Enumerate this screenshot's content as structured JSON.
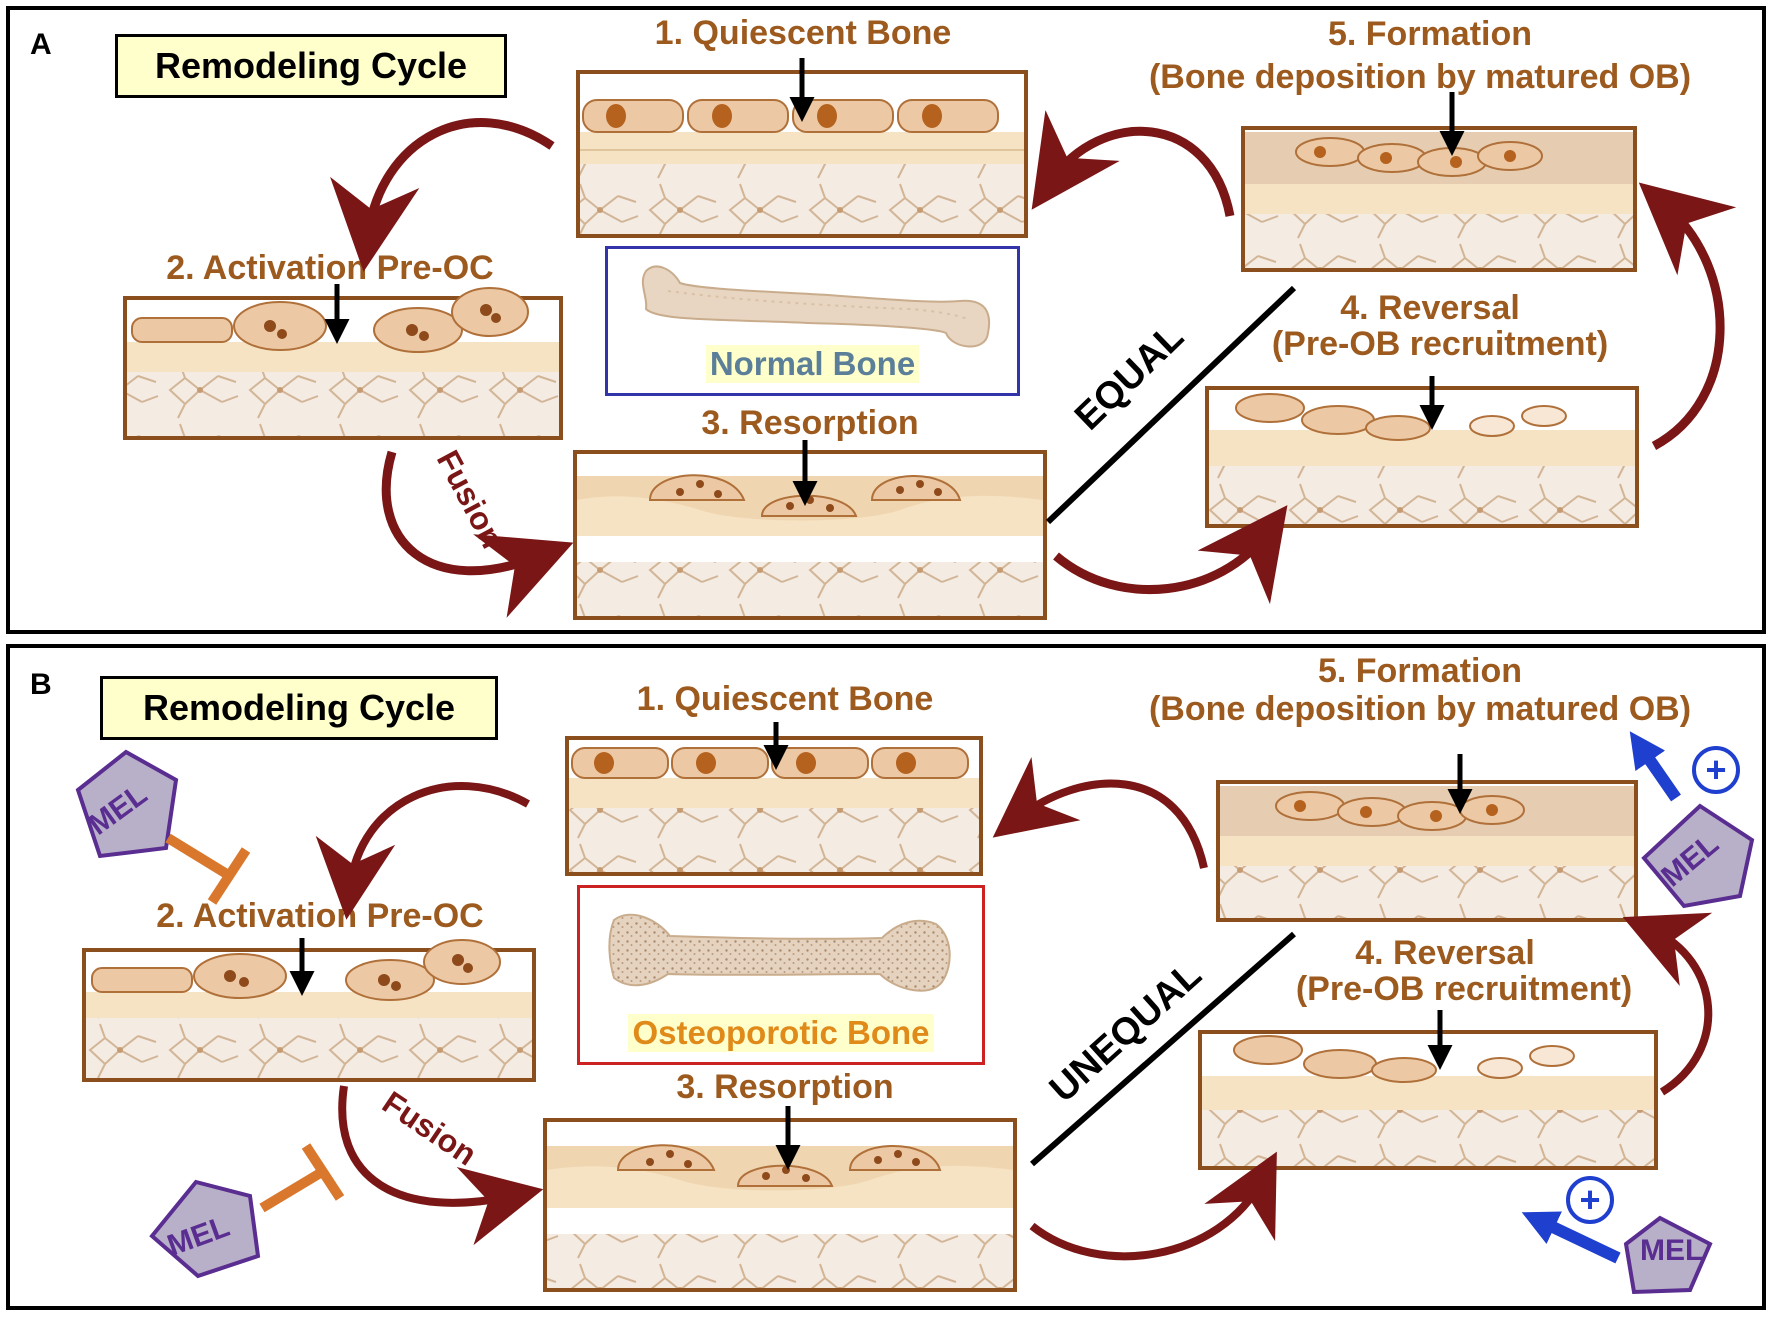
{
  "colors": {
    "label": "#9c5a1f",
    "tissue_border": "#8a4f1c",
    "cycle_arrow": "#7a1616",
    "normal_box": "#3333aa",
    "normal_text": "#5b7f99",
    "osteo_box": "#cc2222",
    "osteo_text": "#e08a1a",
    "inhibit": "#d9782d",
    "stimulate": "#1f3fcf",
    "mel_fill": "#b8afc9",
    "mel_text": "#5a2d91"
  },
  "panel_a": {
    "letter": "A",
    "title": "Remodeling Cycle",
    "step1": "1. Quiescent Bone",
    "step2": "2. Activation  Pre-OC",
    "step3": "3. Resorption",
    "step4_line1": "4. Reversal",
    "step4_line2": "(Pre-OB recruitment)",
    "step5_line1": "5. Formation",
    "step5_line2": "(Bone deposition  by matured OB)",
    "fusion": "Fusion",
    "balance": "EQUAL",
    "bone_caption": "Normal Bone"
  },
  "panel_b": {
    "letter": "B",
    "title": "Remodeling Cycle",
    "step1": "1. Quiescent Bone",
    "step2": "2. Activation  Pre-OC",
    "step3": "3. Resorption",
    "step4_line1": "4. Reversal",
    "step4_line2": "(Pre-OB recruitment)",
    "step5_line1": "5. Formation",
    "step5_line2": "(Bone deposition  by matured OB)",
    "fusion": "Fusion",
    "balance": "UNEQUAL",
    "bone_caption": "Osteoporotic Bone",
    "melatonin": "MEL",
    "plus": "+"
  }
}
